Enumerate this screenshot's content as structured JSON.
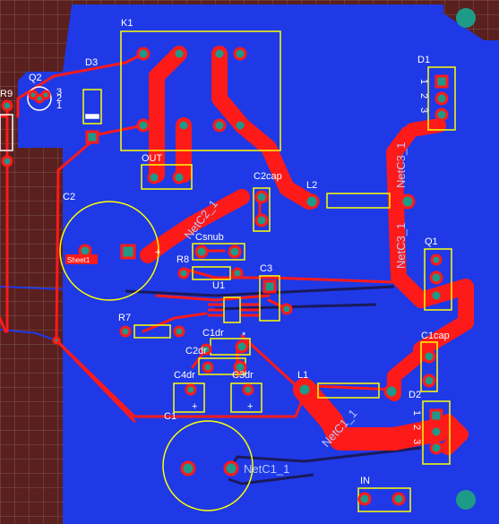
{
  "colors": {
    "board": "#5a1f1f",
    "grid": "#7a5a4a",
    "copper_bottom": "#1f39e6",
    "copper_top": "#ff1a1a",
    "silkscreen": "#ffffff",
    "component_outline": "#ffff00",
    "pad": "#2aa198",
    "pad_teal": "#1e9a88",
    "net_label": "#b8c8ff"
  },
  "components": {
    "K1": "K1",
    "D3": "D3",
    "Q2": "Q2",
    "Q2_pin1": "1",
    "Q2_pin2": "2",
    "Q2_pin3": "3",
    "R9": "R9",
    "OUT": "OUT",
    "C2": "C2",
    "C2cap": "C2cap",
    "L2": "L2",
    "D1": "D1",
    "D1_pin1": "1",
    "D1_pin2": "2",
    "D1_pin3": "3",
    "Csnub": "Csnub",
    "R8": "R8",
    "C3": "C3",
    "U1": "U1",
    "Q1": "Q1",
    "R7": "R7",
    "C1dr": "C1dr",
    "C2dr": "C2dr",
    "C1cap": "C1cap",
    "C4dr": "C4dr",
    "C3dr": "C3dr",
    "L1": "L1",
    "D2": "D2",
    "D2_pin1": "1",
    "D2_pin2": "2",
    "D2_pin3": "3",
    "C1": "C1",
    "IN": "IN"
  },
  "nets": {
    "netc2_1": "NetC2_1",
    "netc3_1_a": "NetC3_1",
    "netc3_1_b": "NetC3_1",
    "netc1_1_a": "NetC1_1",
    "netc1_1_b": "NetC1_1"
  },
  "sheet_marker": "Sheet1",
  "polarity": {
    "c2_plus": "+",
    "c4dr_plus": "+",
    "c3dr_plus": "+",
    "u1_star": "*"
  }
}
